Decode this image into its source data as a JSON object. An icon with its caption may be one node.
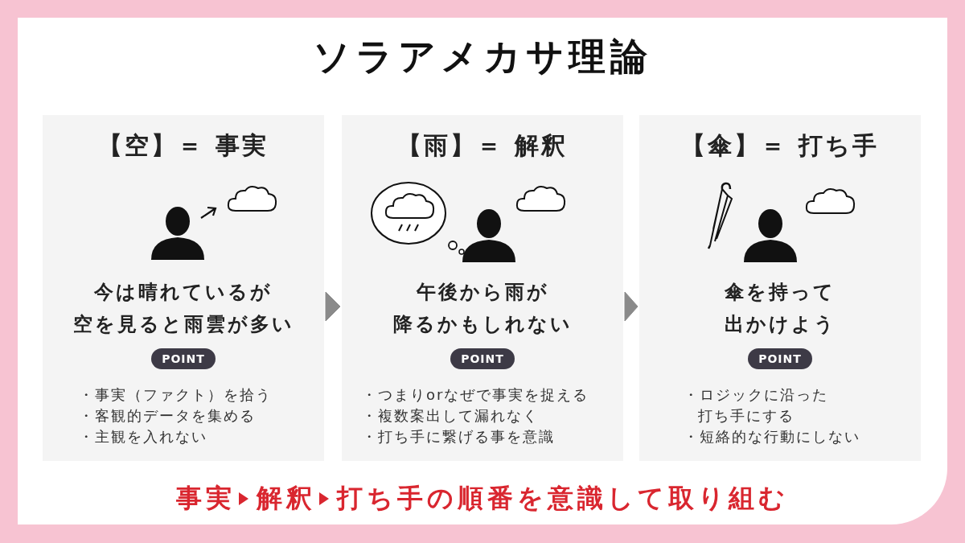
{
  "diagram": {
    "title": "ソラアメカサ理論",
    "nodes": [
      {
        "text": [
          "【空】＝ 事実",
          "今は晴れているが空を見ると雨雲が多い",
          "POINT",
          "・事実（ファクト）を拾う",
          "・客観的データを集める",
          "・主観を入れない"
        ]
      },
      {
        "text": [
          "【雨】＝ 解釈",
          "午後から雨が降るかもしれない",
          "POINT",
          "・つまりorなぜで事実を捉える",
          "・複数案出して漏れなく",
          "・打ち手に繋げる事を意識"
        ]
      },
      {
        "text": [
          "【傘】＝ 打ち手",
          "傘を持って出かけよう",
          "POINT",
          "・ロジックに沿った打ち手にする",
          "・短絡的な行動にしない"
        ]
      }
    ],
    "edges": [
      {
        "from": 0,
        "to": 1,
        "arrow": "to"
      },
      {
        "from": 1,
        "to": 2,
        "arrow": "to"
      }
    ],
    "labels": [
      "事実",
      "解釈",
      "打ち手の順番を意識して取り組む"
    ]
  }
}
